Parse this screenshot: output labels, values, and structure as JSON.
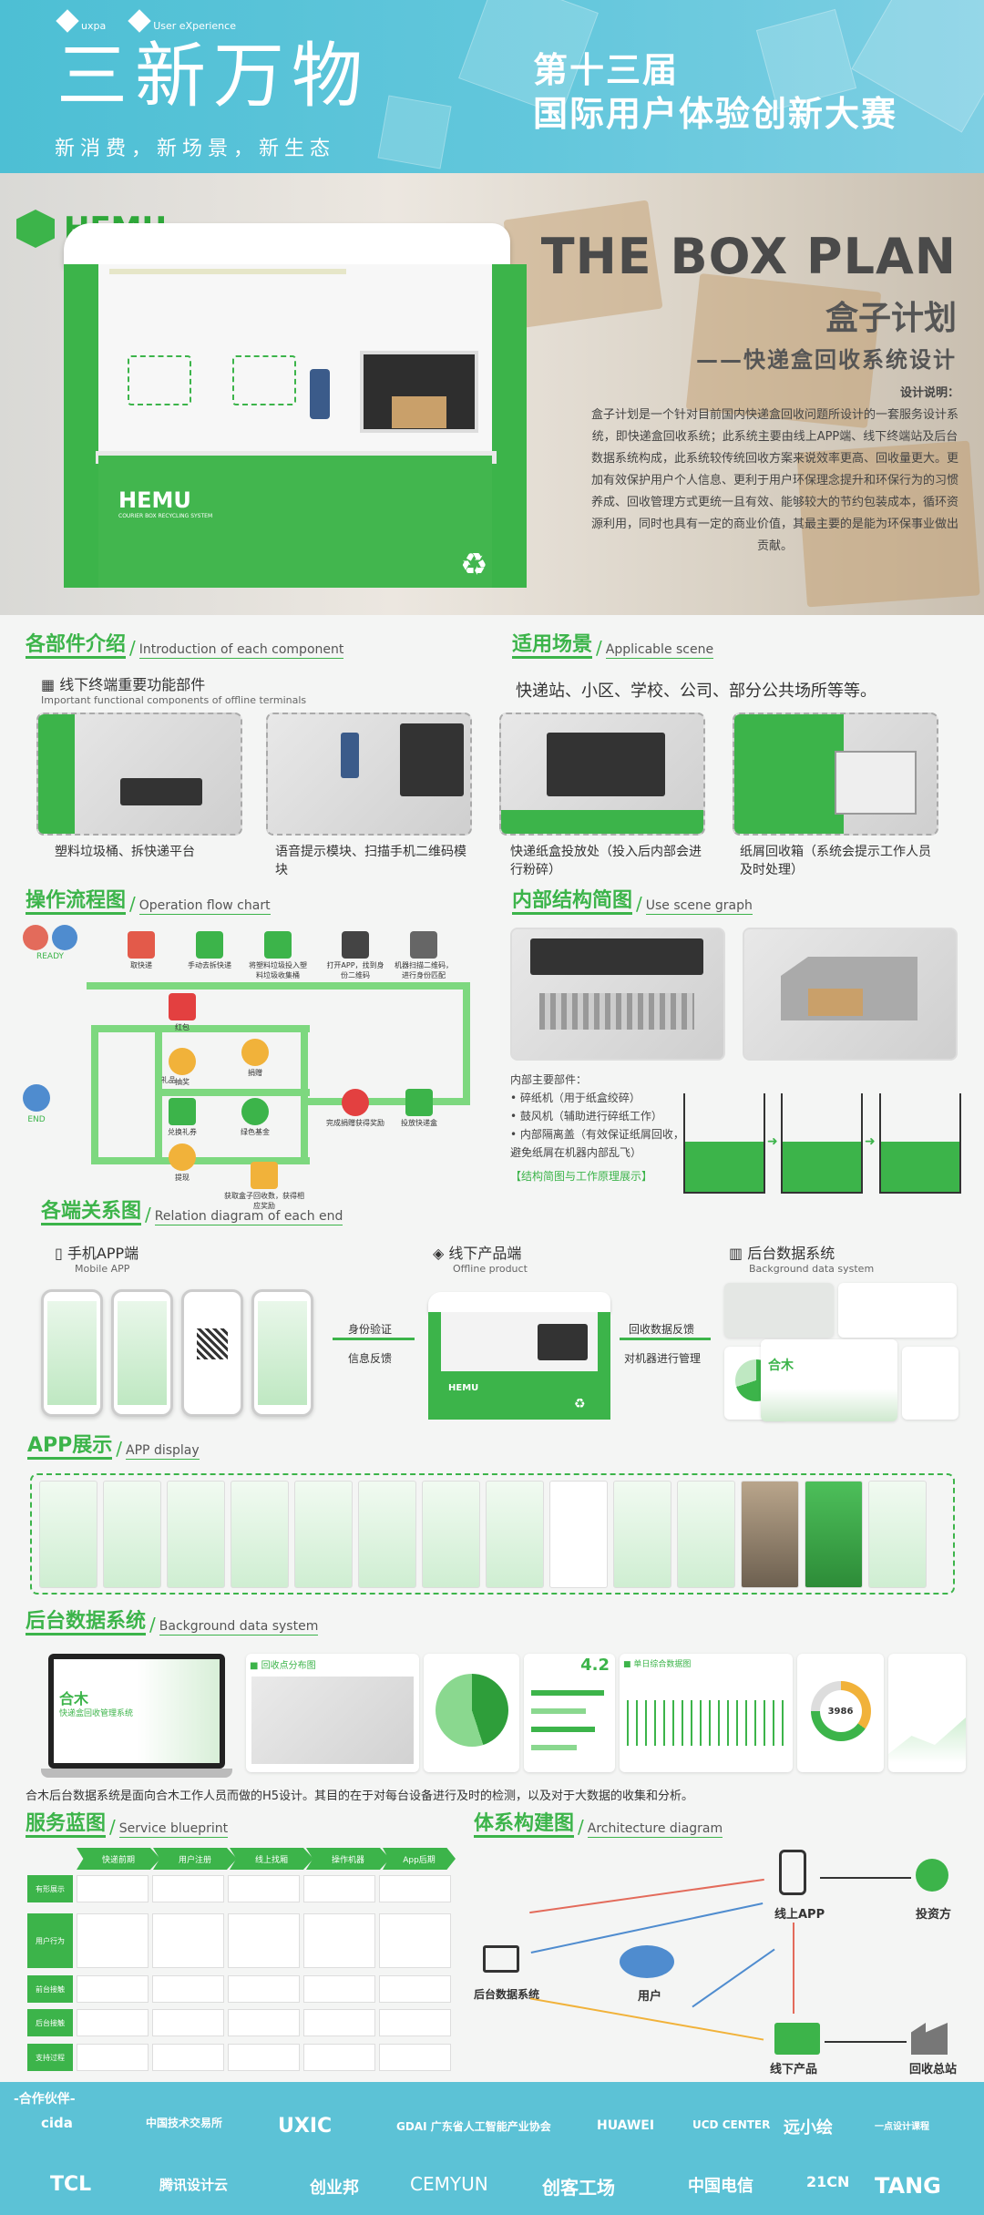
{
  "header": {
    "logo1": "uxpa",
    "logo2": "User eXperience",
    "main_title": "三新万物",
    "slogan": "新消费，新场景，新生态",
    "competition_line1": "第十三届",
    "competition_line2": "国际用户体验创新大赛"
  },
  "hero": {
    "brand": "HEMU",
    "kiosk_brand": "HEMU",
    "kiosk_sub": "COURIER BOX RECYCLING SYSTEM",
    "title_en": "THE BOX PLAN",
    "title_cn": "盒子计划",
    "subtitle": "——快递盒回收系统设计",
    "desc_heading": "设计说明：",
    "desc_body": "盒子计划是一个针对目前国内快递盒回收问题所设计的一套服务设计系统，即快递盒回收系统；此系统主要由线上APP端、线下终端站及后台数据系统构成，此系统较传统回收方案来说效率更高、回收量更大。更加有效保护用户个人信息、更利于用户环保理念提升和环保行为的习惯养成、回收管理方式更统一且有效、能够较大的节约包装成本，循环资源利用，同时也具有一定的商业价值，其最主要的是能为环保事业做出贡献。"
  },
  "components": {
    "title_cn": "各部件介绍",
    "title_en": "Introduction of each component",
    "sub_cn": "线下终端重要功能部件",
    "sub_en": "Important functional components of offline terminals",
    "items": [
      "塑料垃圾桶、拆快递平台",
      "语音提示模块、扫描手机二维码模块",
      "快递纸盒投放处（投入后内部会进行粉碎）",
      "纸屑回收箱（系统会提示工作人员及时处理）"
    ]
  },
  "scene": {
    "title_cn": "适用场景",
    "title_en": "Applicable scene",
    "text": "快递站、小区、学校、公司、部分公共场所等等。"
  },
  "flow": {
    "title_cn": "操作流程图",
    "title_en": "Operation flow chart",
    "ready": "READY",
    "end": "END",
    "nodes": [
      "取快递",
      "手动去拆快递",
      "将塑料垃圾投入塑料垃圾收集桶",
      "打开APP，找到身份二维码",
      "机器扫描二维码，进行身份匹配",
      "红包",
      "抽奖",
      "礼品",
      "兑换礼券",
      "捐赠",
      "绿色基金",
      "提现",
      "完成捐赠获得奖励",
      "投放快递盒",
      "获取盒子回收数，获得相应奖励"
    ]
  },
  "inner": {
    "title_cn": "内部结构简图",
    "title_en": "Use scene graph",
    "parts_heading": "内部主要部件：",
    "parts": [
      "• 碎纸机（用于纸盒绞碎）",
      "• 鼓风机（辅助进行碎纸工作）",
      "• 内部隔离盖（有效保证纸屑回收，避免纸屑在机器内部乱飞）"
    ],
    "link": "【结构简图与工作原理展示】"
  },
  "relation": {
    "title_cn": "各端关系图",
    "title_en": "Relation diagram of each end",
    "mobile_cn": "手机APP端",
    "mobile_en": "Mobile APP",
    "offline_cn": "线下产品端",
    "offline_en": "Offline product",
    "backend_cn": "后台数据系统",
    "backend_en": "Background data system",
    "arrow1": "身份验证",
    "arrow2": "信息反馈",
    "arrow3": "回收数据反馈",
    "arrow4": "对机器进行管理",
    "kiosk_brand": "HEMU",
    "dash_brand": "合木"
  },
  "app": {
    "title_cn": "APP展示",
    "title_en": "APP display"
  },
  "backend": {
    "title_cn": "后台数据系统",
    "title_en": "Background data system",
    "laptop_brand": "合木",
    "laptop_sub": "快递盒回收管理系统",
    "panel1": "回收点分布图",
    "panel3_score": "4.2",
    "panel4": "单日综合数据图",
    "panel5_value": "3986",
    "caption": "合木后台数据系统是面向合木工作人员而做的H5设计。其目的在于对每台设备进行及时的检测，以及对于大数据的收集和分析。"
  },
  "blueprint": {
    "title_cn": "服务蓝图",
    "title_en": "Service blueprint",
    "stages": [
      "快递前期",
      "用户注册",
      "线上找厢",
      "操作机器",
      "App后期"
    ],
    "rows": [
      "有形展示",
      "用户行为",
      "前台接触",
      "后台接触",
      "支持过程"
    ]
  },
  "architecture": {
    "title_cn": "体系构建图",
    "title_en": "Architecture diagram",
    "online_app": "线上APP",
    "investor": "投资方",
    "backend": "后台数据系统",
    "user": "用户",
    "offline": "线下产品",
    "recycle": "回收总站"
  },
  "partners": {
    "title": "-合作伙伴-",
    "row1": [
      "cida",
      "中国技术交易所",
      "UXIC",
      "GDAI 广东省人工智能产业协会",
      "HUAWEI",
      "UCD CENTER",
      "远小绘",
      "一点设计课程"
    ],
    "row2": [
      "TCL",
      "腾讯设计云",
      "创业邦",
      "CEMYUN",
      "创客工场",
      "中国电信",
      "21CN",
      "TANG"
    ]
  },
  "colors": {
    "brand_green": "#3cb44a",
    "header_cyan": "#4dbfd4"
  }
}
